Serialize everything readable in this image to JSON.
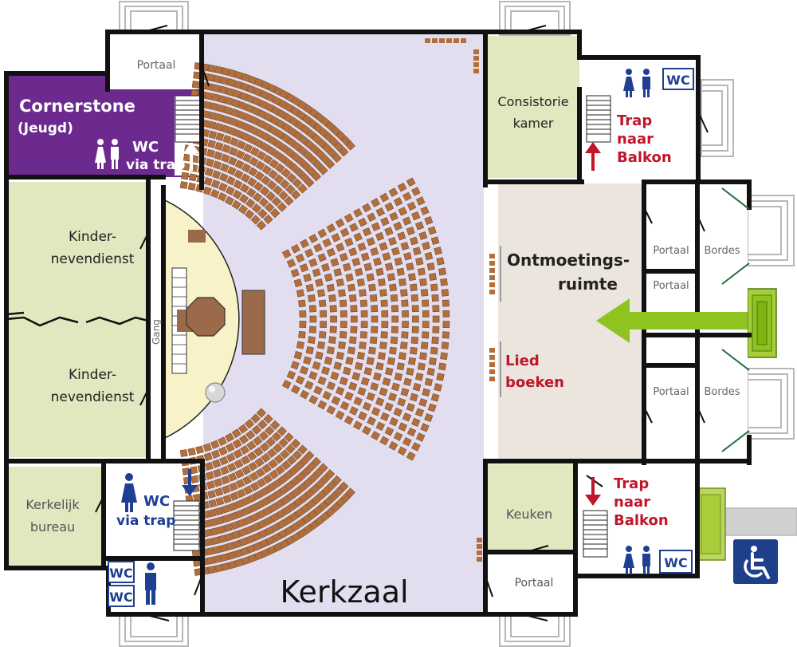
{
  "colors": {
    "hall": "#e2def0",
    "green_room": "#dfe8be",
    "purple_room": "#6c2a8f",
    "meeting_area": "#ece5dd",
    "platform": "#f7f2c8",
    "wall": "#111111",
    "seat": "#b26f3c",
    "pulpit": "#9b6a4a",
    "red_label": "#c0152a",
    "blue_label": "#1f3f93",
    "green_arrow": "#8fc31f",
    "access_blue": "#1e3f8a"
  },
  "labels": {
    "hall": "Kerkzaal",
    "youth_line1": "Cornerstone",
    "youth_line2": "(Jeugd)",
    "youth_wc": "WC",
    "youth_via": "via trap",
    "portaal_nw": "Portaal",
    "kinder_top_line1": "Kinder-",
    "kinder_top_line2": "nevendienst",
    "kinder_bottom_line1": "Kinder-",
    "kinder_bottom_line2": "nevendienst",
    "gang": "Gang",
    "bureau_line1": "Kerkelijk",
    "bureau_line2": "bureau",
    "sw_wc": "WC",
    "sw_via": "via trap",
    "sw_wc_box1": "WC",
    "sw_wc_box2": "WC",
    "consistorie_line1": "Consistorie",
    "consistorie_line2": "kamer",
    "ne_wc_box": "WC",
    "trap_ne_line1": "Trap",
    "trap_ne_line2": "naar",
    "trap_ne_line3": "Balkon",
    "ontmoeting_line1": "Ontmoetings-",
    "ontmoeting_line2": "ruimte",
    "lied_line1": "Lied",
    "lied_line2": "boeken",
    "portaal_e1": "Portaal",
    "bordes_e1": "Bordes",
    "portaal_e2": "Portaal",
    "portaal_e3": "Portaal",
    "bordes_e2": "Bordes",
    "keuken": "Keuken",
    "trap_se_line1": "Trap",
    "trap_se_line2": "naar",
    "trap_se_line3": "Balkon",
    "portaal_s": "Portaal",
    "se_wc_box": "WC"
  },
  "icons": {
    "accessibility": "wheelchair-icon",
    "toilet": "toilet-people-icon",
    "arrow_up": "arrow-up-icon",
    "arrow_down": "arrow-down-icon",
    "entrance_arrow": "arrow-left-icon"
  }
}
